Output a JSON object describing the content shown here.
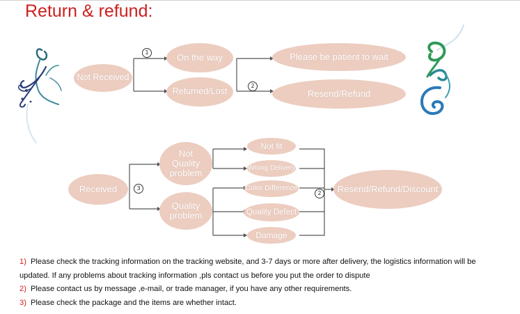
{
  "title": "Return & refund:",
  "flow_top": {
    "start": "Not Received",
    "step1": "1",
    "branch_a": "On the way",
    "branch_b": "Returned/Lost",
    "step2": "2",
    "outcome_a": "Please be patient to wait",
    "outcome_b": "Resend/Refund"
  },
  "flow_bottom": {
    "start": "Received",
    "step3": "3",
    "branch_a": "Not\nQuality\nproblem",
    "branch_b": "Quality\nproblem",
    "reasons": [
      "Not fit",
      "Wrong Delivery",
      "Color Difference",
      "Quality Defect",
      "Damage"
    ],
    "step2": "2",
    "outcome": "Resend/Refund/Discount"
  },
  "notes": [
    {
      "num": "1)",
      "text": "Please check the tracking information on the tracking website, and 3-7 days or more after delivery, the logistics information will be updated. If any problems about tracking information ,pls contact us before you put the order to dispute"
    },
    {
      "num": "2)",
      "text": "Please contact us by message ,e-mail, or trade manager, if you have any other requirements."
    },
    {
      "num": "3)",
      "text": "Please check the package and the items are whether intact."
    }
  ],
  "colors": {
    "title": "#cc1f1f",
    "bubble": "#eccdc0",
    "note_number": "#d42020",
    "connector": "#555555"
  },
  "decorations": [
    "left-swirl-ornament",
    "right-swirl-ornament"
  ]
}
